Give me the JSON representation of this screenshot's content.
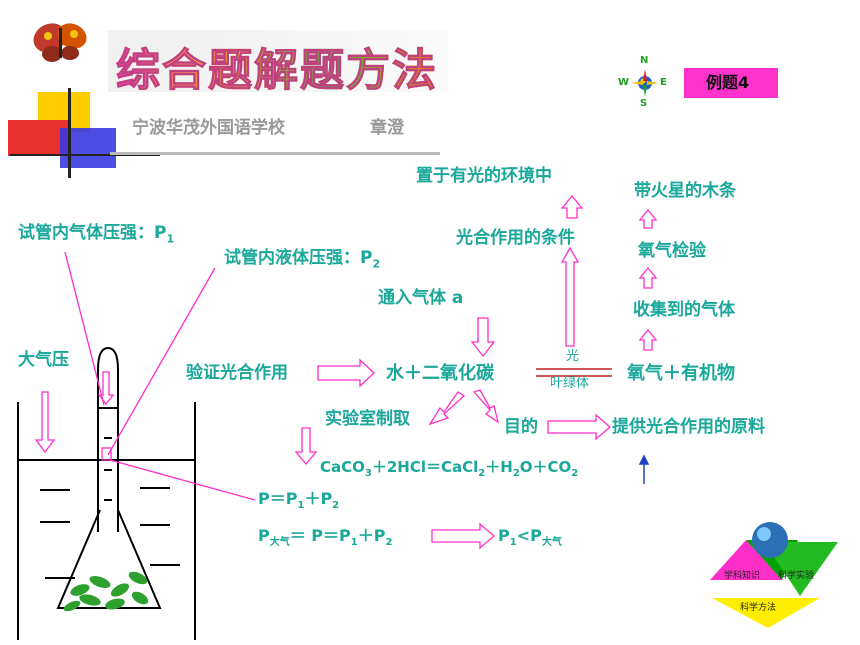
{
  "title": "综合题解题方法",
  "school": "宁波华茂外国语学校",
  "author": "章澄",
  "example_badge": "例题4",
  "compass": {
    "n": "N",
    "s": "S",
    "w": "W",
    "e": "E"
  },
  "labels": {
    "p1": "试管内气体压强：P",
    "p1_sub": "1",
    "p2": "试管内液体压强：P",
    "p2_sub": "2",
    "atm": "大气压",
    "verify": "验证光合作用",
    "reactants": "水＋二氧化碳",
    "light": "光",
    "chlorophyll": "叶绿体",
    "products": "氧气＋有机物",
    "collected": "收集到的气体",
    "oxygen_test": "氧气检验",
    "glowing_stick": "带火星的木条",
    "pass_gas": "通入气体 a",
    "condition": "光合作用的条件",
    "place_light": "置于有光的环境中",
    "lab_make": "实验室制取",
    "purpose": "目的",
    "provide_raw": "提供光合作用的原料",
    "eq1": "P＝P",
    "eq1b": "＋P",
    "eq2_p": "P",
    "eq2_sub": "大气",
    "eq2_rest": "＝ P＝P",
    "eq2_plus": "＋P",
    "ineq_p": "P",
    "ineq_lt": "<P",
    "ineq_sub": "大气"
  },
  "reaction": {
    "caco": "CaCO",
    "mid1": "＋2HCl＝CaCl",
    "mid2": "＋H",
    "mid3": "O＋CO",
    "sub3": "3",
    "sub2": "2"
  },
  "triangle": {
    "left": "学科知识",
    "right": "科学实验",
    "bottom": "科学方法"
  },
  "colors": {
    "teal": "#1aa89a",
    "magenta": "#ff2ec8",
    "badge": "#ff33cc"
  }
}
